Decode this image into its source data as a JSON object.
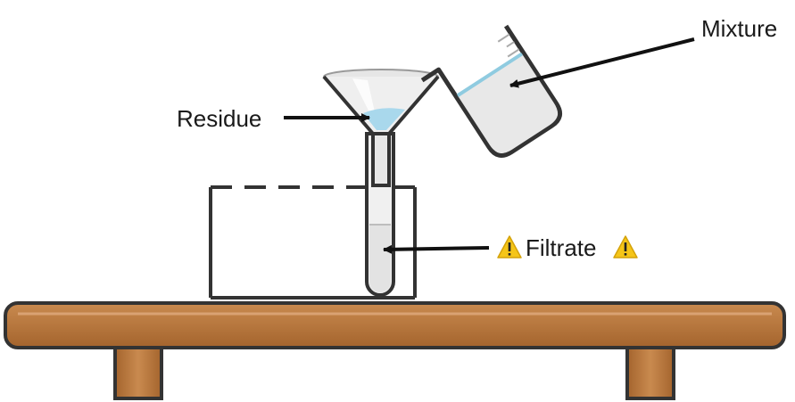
{
  "labels": {
    "mixture": "Mixture",
    "residue": "Residue",
    "filtrate": "Filtrate"
  },
  "icons": [
    "warning-icon",
    "warning-icon"
  ],
  "colors": {
    "table_wood": "#b5733a",
    "table_outline": "#333333",
    "liquid": "#cfe6ee",
    "liquid_surface": "#9fd0e0",
    "residue_blue": "#a9d8ec",
    "glass": "#e9e9e9",
    "warning_yellow": "#f5c518"
  }
}
